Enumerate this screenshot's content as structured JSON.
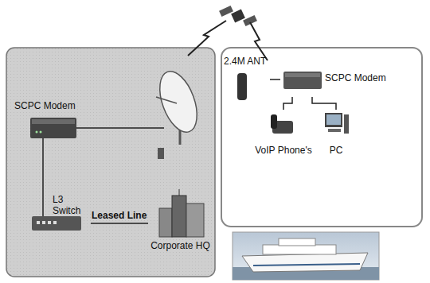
{
  "diagram": {
    "nodes": [
      {
        "text": [
          "SCPC Modem"
        ]
      },
      {
        "text": [
          "L3 Switch"
        ]
      },
      {
        "text": [
          "Corporate HQ"
        ]
      },
      {
        "text": [
          "2.4M ANT"
        ]
      },
      {
        "text": [
          "SCPC Modem"
        ]
      },
      {
        "text": [
          "VoIP Phone's"
        ]
      },
      {
        "text": [
          "PC"
        ]
      }
    ],
    "edges": [
      {
        "from": 0,
        "to": 1,
        "arrow": "none"
      },
      {
        "from": 1,
        "to": 2,
        "label": "Leased Line",
        "arrow": "none"
      },
      {
        "from": 3,
        "to": 4,
        "arrow": "none"
      },
      {
        "from": 4,
        "to": 5,
        "arrow": "none"
      },
      {
        "from": 4,
        "to": 6,
        "arrow": "none"
      }
    ]
  }
}
